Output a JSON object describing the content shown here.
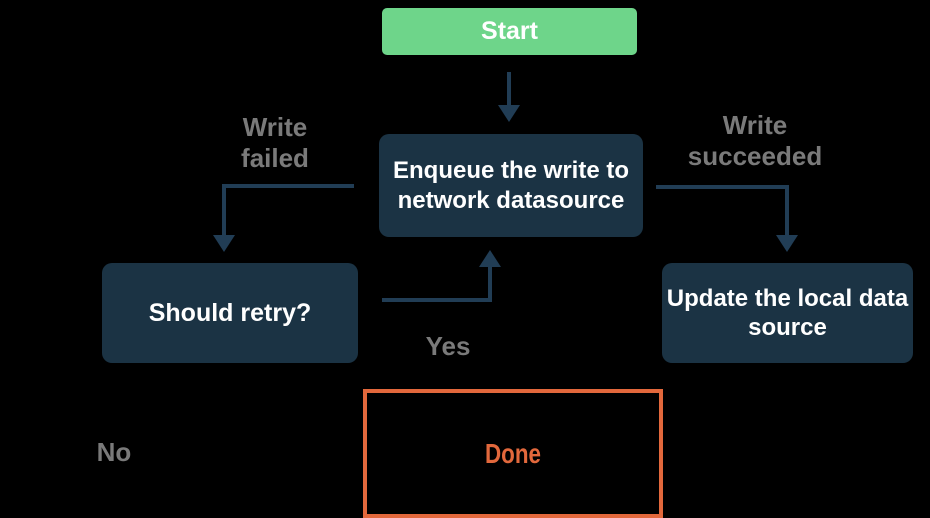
{
  "diagram": {
    "nodes": {
      "start": {
        "label": "Start"
      },
      "enqueue": {
        "lines": [
          "Enqueue the write to",
          "network datasource"
        ]
      },
      "should_retry": {
        "label": "Should retry?"
      },
      "update_local": {
        "lines": [
          "Update the local data",
          "source"
        ]
      },
      "done": {
        "label": "Done"
      }
    },
    "edge_labels": {
      "write_failed": {
        "lines": [
          "Write",
          "failed"
        ]
      },
      "write_succeeded": {
        "lines": [
          "Write",
          "succeeded"
        ]
      },
      "yes": {
        "label": "Yes"
      },
      "no": {
        "label": "No"
      }
    },
    "colors": {
      "background": "#000000",
      "start_fill": "#6ed58a",
      "node_fill": "#1b3344",
      "node_text": "#ffffff",
      "arrow": "#213d55",
      "label_gray": "#7a7a7a",
      "done_accent": "#e2683c"
    }
  }
}
